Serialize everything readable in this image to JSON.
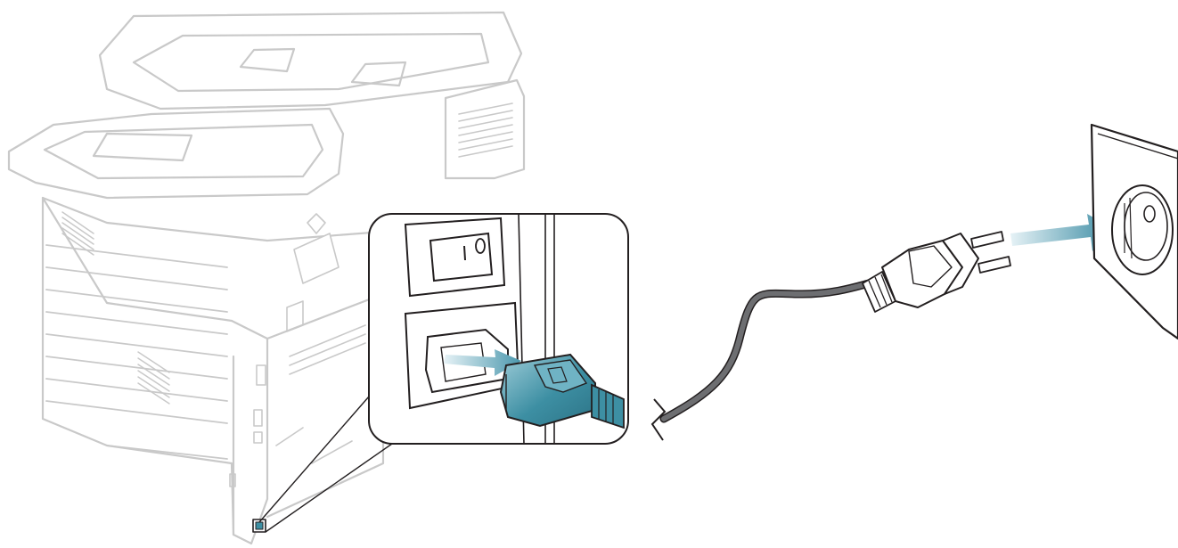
{
  "diagram": {
    "subject": "power-cord-connection",
    "parts": [
      {
        "id": "printer",
        "icon": "printer-icon"
      },
      {
        "id": "zoom-inset",
        "icon": "magnify-inset-icon"
      },
      {
        "id": "power-switch",
        "icon": "rocker-switch-icon"
      },
      {
        "id": "power-receptacle",
        "icon": "iec-inlet-icon"
      },
      {
        "id": "iec-connector",
        "icon": "iec-plug-icon"
      },
      {
        "id": "power-cord",
        "icon": "cable-icon"
      },
      {
        "id": "wall-plug",
        "icon": "schuko-plug-icon"
      },
      {
        "id": "wall-outlet",
        "icon": "wall-socket-icon"
      }
    ],
    "arrows": [
      {
        "id": "insert-into-printer",
        "icon": "insert-arrow-icon"
      },
      {
        "id": "insert-into-outlet",
        "icon": "insert-arrow-icon"
      }
    ],
    "colors": {
      "printer_outline": "#c9c9c9",
      "line_dark": "#231f20",
      "cable": "#6d6e71",
      "connector_fill": "#3d8fa3",
      "connector_light": "#8fc3d1",
      "arrow_light": "#e6f2f6",
      "arrow_dark": "#4a97ad"
    }
  }
}
